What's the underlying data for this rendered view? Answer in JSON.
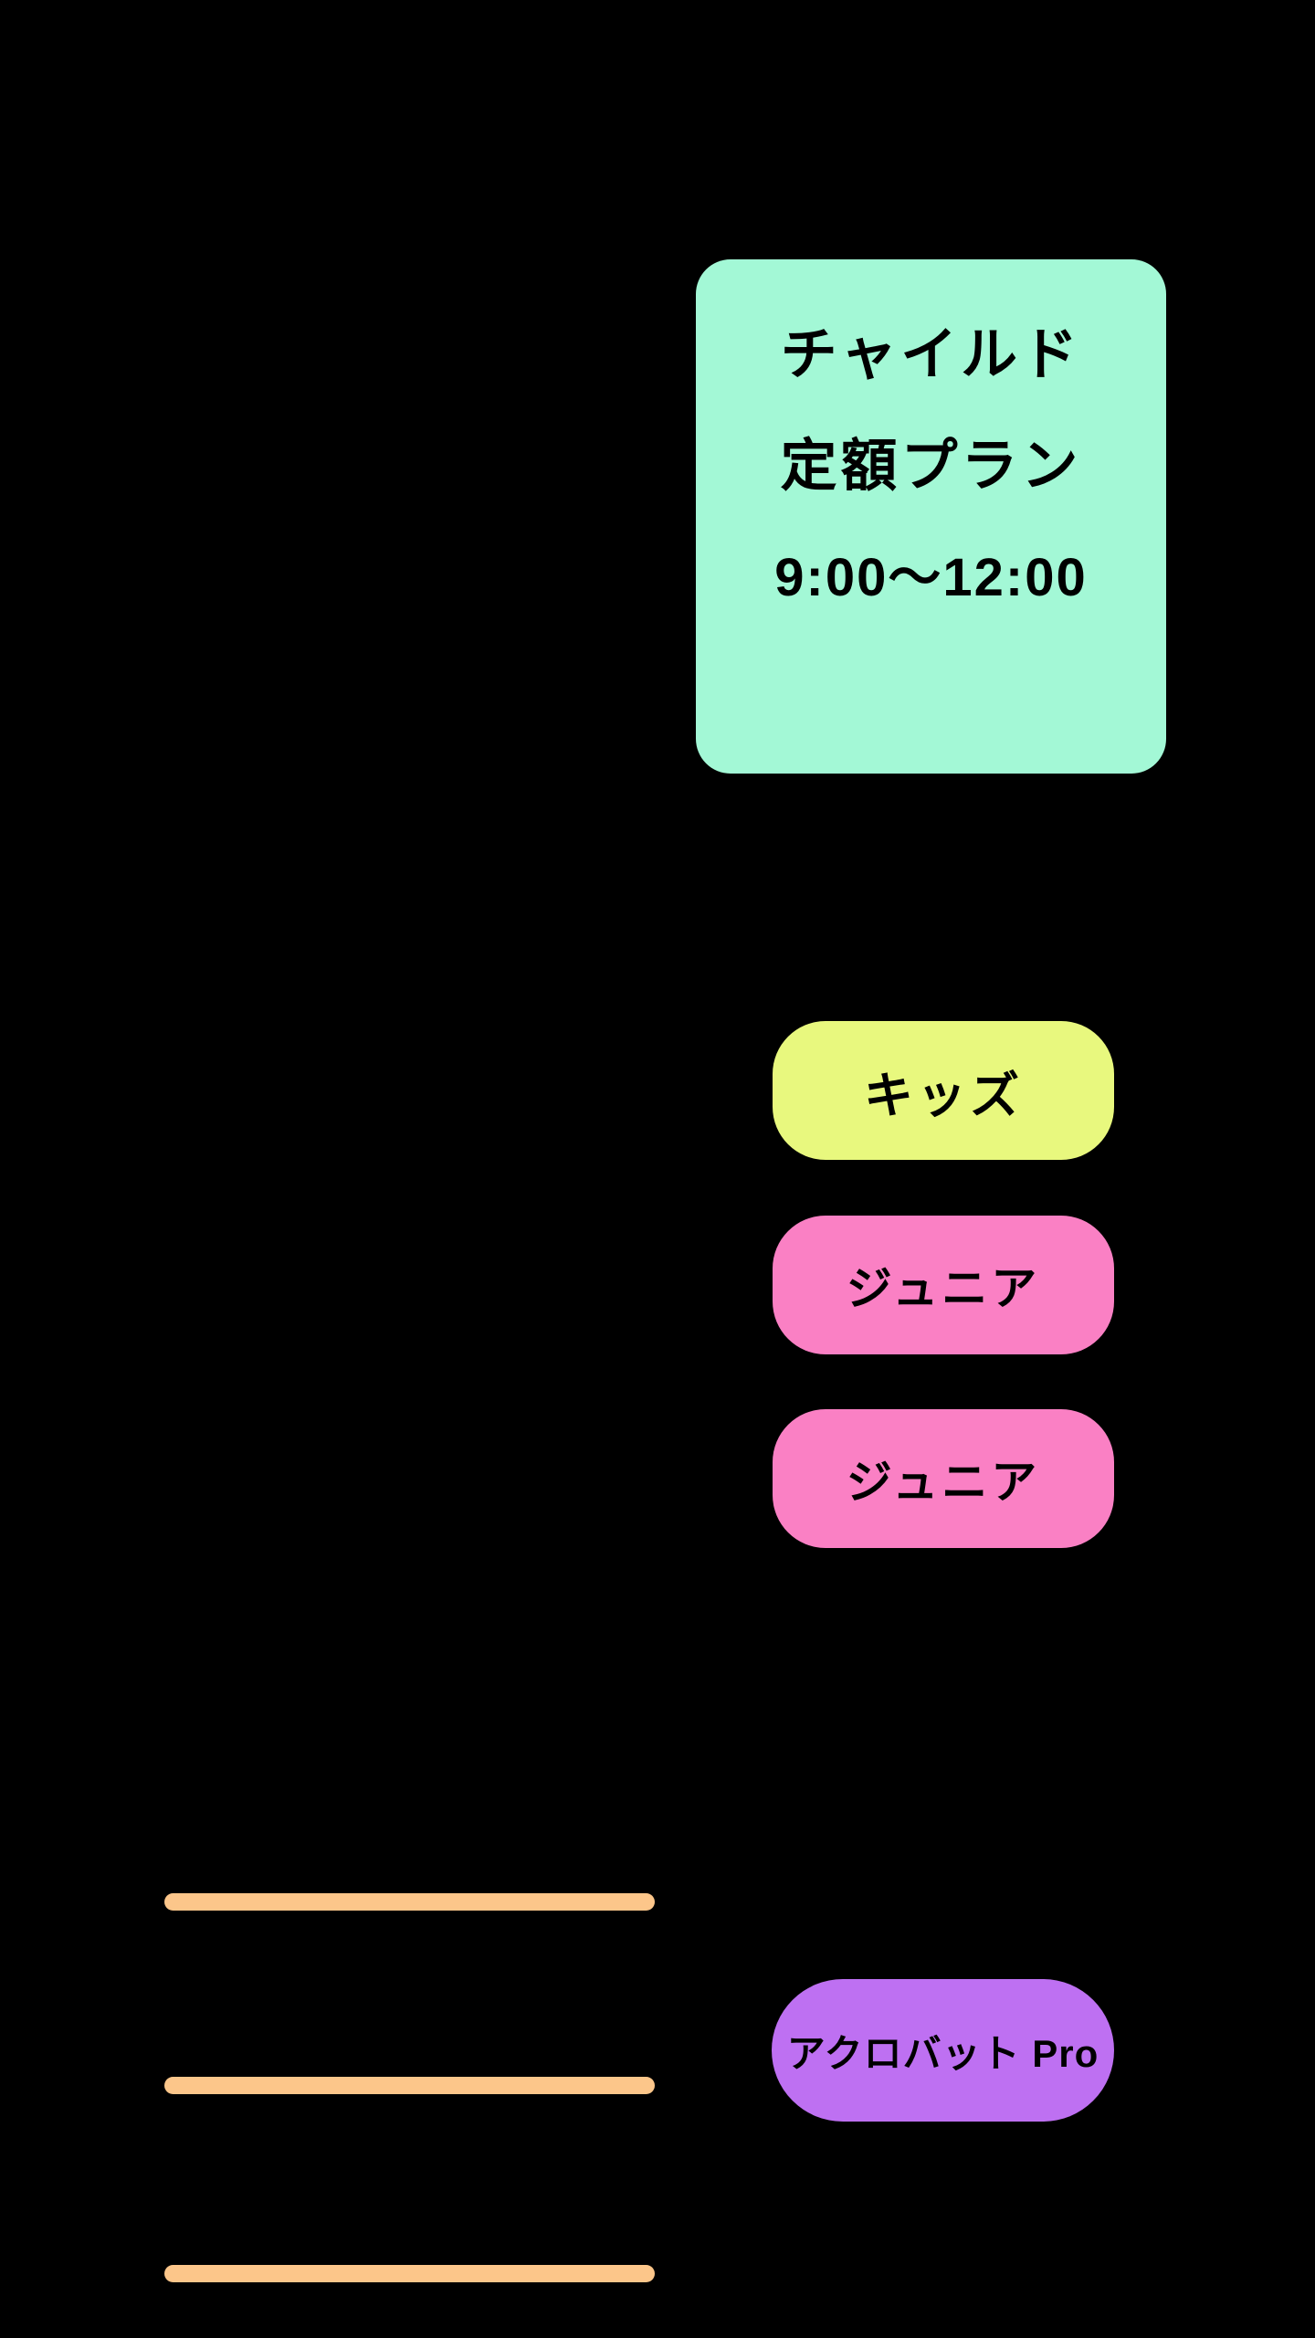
{
  "canvas": {
    "background_color": "#000000",
    "text_color": "#000000"
  },
  "plan_card": {
    "line1": "チャイルド",
    "line2": "定額プラン",
    "time_range": "9:00〜12:00",
    "bg_color": "#a3f8d6"
  },
  "pills": [
    {
      "id": "kids",
      "label": "キッズ",
      "bg_color": "#e8f87e"
    },
    {
      "id": "junior-1",
      "label": "ジュニア",
      "bg_color": "#fa80c4"
    },
    {
      "id": "junior-2",
      "label": "ジュニア",
      "bg_color": "#fa80c4"
    },
    {
      "id": "acrobat-pro",
      "label": "アクロバット Pro",
      "bg_color": "#be70f2"
    }
  ],
  "divider_lines": {
    "count": 3,
    "color": "#fcc68a"
  }
}
